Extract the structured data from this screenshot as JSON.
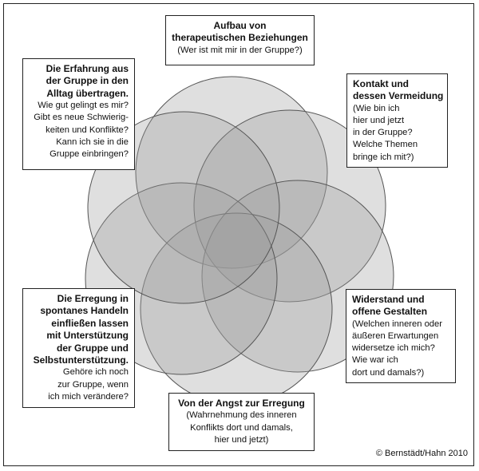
{
  "boxes": {
    "top": {
      "title": [
        "Aufbau von",
        "therapeutischen Beziehungen"
      ],
      "text": [
        "(Wer ist mit mir in der Gruppe?)"
      ]
    },
    "upper_right": {
      "title": [
        "Kontakt und",
        "dessen Vermeidung"
      ],
      "text": [
        "(Wie bin ich",
        "hier und jetzt",
        "in der Gruppe?",
        "Welche Themen",
        "bringe ich mit?)"
      ]
    },
    "lower_right": {
      "title": [
        "Widerstand und",
        "offene Gestalten"
      ],
      "text": [
        "(Welchen inneren oder",
        "äußeren Erwartungen",
        "widersetze ich mich?",
        "Wie war ich",
        "dort und damals?)"
      ]
    },
    "bottom": {
      "title": [
        "Von der Angst zur Erregung"
      ],
      "text": [
        "(Wahrnehmung des inneren",
        "Konflikts dort und damals,",
        "hier und jetzt)"
      ]
    },
    "lower_left": {
      "title": [
        "Die Erregung in",
        "spontanes Handeln",
        "einfließen lassen",
        "mit Unterstützung",
        "der Gruppe und",
        "Selbstunterstützung."
      ],
      "text": [
        "Gehöre ich noch",
        "zur Gruppe, wenn",
        "ich mich verändere?"
      ]
    },
    "upper_left": {
      "title": [
        "Die Erfahrung aus",
        "der Gruppe in den",
        "Alltag übertragen."
      ],
      "text": [
        "Wie gut gelingt es mir?",
        "Gibt es neue Schwierig-",
        "keiten und Konflikte?",
        "Kann ich sie in die",
        "Gruppe einbringen?"
      ]
    }
  },
  "copyright": "© Bernstädt/Hahn 2010",
  "colors": {
    "circle_fill": "#9a9a9a",
    "circle_stroke": "#555555",
    "border": "#222222"
  }
}
